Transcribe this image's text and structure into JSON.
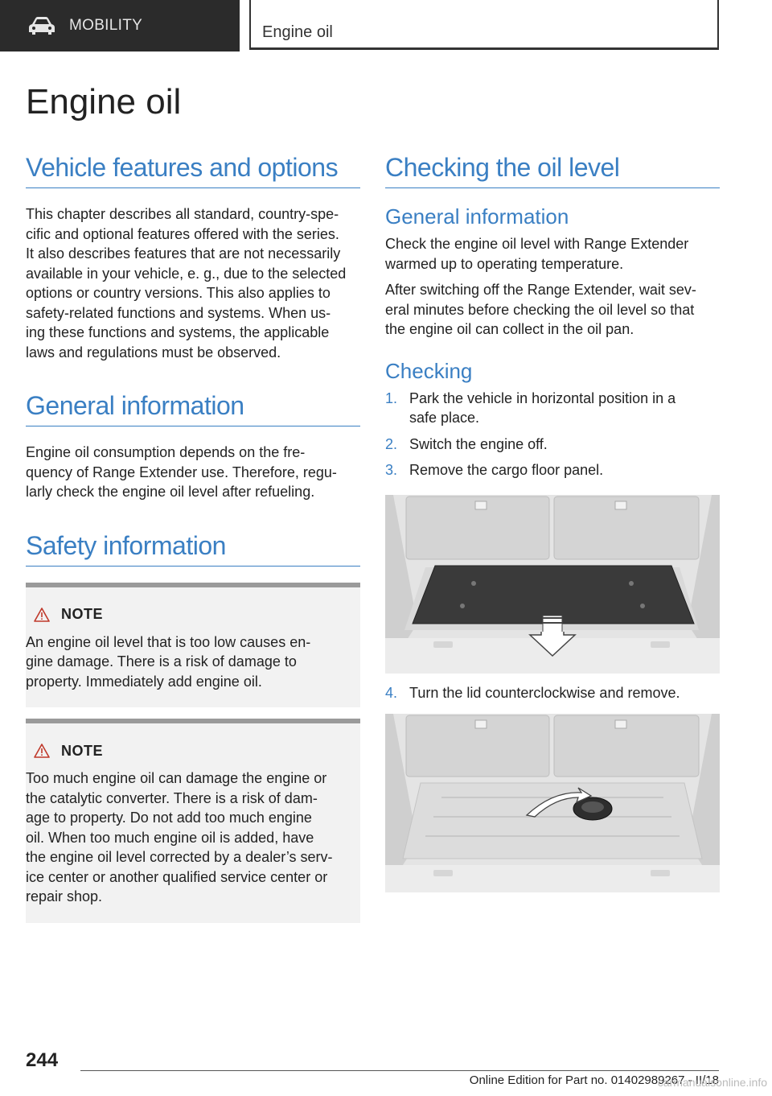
{
  "header": {
    "section_label": "MOBILITY",
    "chapter_label": "Engine oil"
  },
  "page_title": "Engine oil",
  "left": {
    "vehicle_features": {
      "heading": "Vehicle features and options",
      "body": [
        "This chapter describes all standard, country-spe‐",
        "cific and optional features offered with the series.",
        "It also describes features that are not necessarily",
        "available in your vehicle, e. g., due to the selected",
        "options or country versions. This also applies to",
        "safety-related functions and systems. When us‐",
        "ing these functions and systems, the applicable",
        "laws and regulations must be observed."
      ]
    },
    "general_info": {
      "heading": "General information",
      "body": [
        "Engine oil consumption depends on the fre‐",
        "quency of Range Extender use. Therefore, regu‐",
        "larly check the engine oil level after refueling."
      ]
    },
    "safety_info": {
      "heading": "Safety information",
      "notes": [
        {
          "label": "NOTE",
          "lines": [
            "An engine oil level that is too low causes en‐",
            "gine damage. There is a risk of damage to",
            "property. Immediately add engine oil."
          ]
        },
        {
          "label": "NOTE",
          "lines": [
            "Too much engine oil can damage the engine or",
            "the catalytic converter. There is a risk of dam‐",
            "age to property. Do not add too much engine",
            "oil. When too much engine oil is added, have",
            "the engine oil level corrected by a dealer’s serv‐",
            "ice center or another qualified service center or",
            "repair shop."
          ]
        }
      ]
    }
  },
  "right": {
    "heading": "Checking the oil level",
    "general": {
      "subheading": "General information",
      "para1": [
        "Check the engine oil level with Range Extender",
        "warmed up to operating temperature."
      ],
      "para2": [
        "After switching off the Range Extender, wait sev‐",
        "eral minutes before checking the oil level so that",
        "the engine oil can collect in the oil pan."
      ]
    },
    "checking": {
      "subheading": "Checking",
      "steps": [
        {
          "num": "1.",
          "lines": [
            "Park the vehicle in horizontal position in a",
            "safe place."
          ]
        },
        {
          "num": "2.",
          "lines": [
            "Switch the engine off."
          ]
        },
        {
          "num": "3.",
          "lines": [
            "Remove the cargo floor panel."
          ]
        }
      ],
      "step4": {
        "num": "4.",
        "lines": [
          "Turn the lid counterclockwise and remove."
        ]
      }
    }
  },
  "footer": {
    "page_number": "244",
    "edition": "Online Edition for Part no. 01402989267 - II/18",
    "watermark": "carmanualsonline.info"
  }
}
